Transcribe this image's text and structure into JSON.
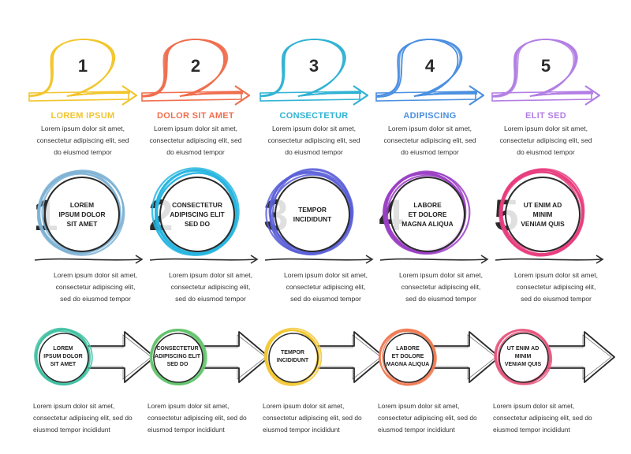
{
  "colors": {
    "yellow": "#f2c52e",
    "orange": "#ef6f4f",
    "cyan": "#31b3d4",
    "blue": "#4b8fe0",
    "purple": "#b27ee4",
    "ink": "#2b2b2b",
    "row2": [
      "#7fb3d5",
      "#27b5e0",
      "#5b5fd8",
      "#9b3fc4",
      "#e83d7e"
    ],
    "row3": [
      "#3ec1a2",
      "#62c36b",
      "#f2c52e",
      "#ef7a53",
      "#e8567e"
    ]
  },
  "row1": [
    {
      "number": "1",
      "title": "LOREM IPSUM",
      "color": "#f2c52e",
      "desc": [
        "Lorem ipsum dolor sit amet,",
        "consectetur adipiscing elit, sed",
        "do eiusmod tempor"
      ]
    },
    {
      "number": "2",
      "title": "DOLOR SIT AMET",
      "color": "#ef6f4f",
      "desc": [
        "Lorem ipsum dolor sit amet,",
        "consectetur adipiscing elit, sed",
        "do eiusmod tempor"
      ]
    },
    {
      "number": "3",
      "title": "CONSECTETUR",
      "color": "#31b3d4",
      "desc": [
        "Lorem ipsum dolor sit amet,",
        "consectetur adipiscing elit, sed",
        "do eiusmod tempor"
      ]
    },
    {
      "number": "4",
      "title": "ADIPISCING",
      "color": "#4b8fe0",
      "desc": [
        "Lorem ipsum dolor sit amet,",
        "consectetur adipiscing elit, sed",
        "do eiusmod tempor"
      ]
    },
    {
      "number": "5",
      "title": "ELIT SED",
      "color": "#b27ee4",
      "desc": [
        "Lorem ipsum dolor sit amet,",
        "consectetur adipiscing elit, sed",
        "do eiusmod tempor"
      ]
    }
  ],
  "row2": [
    {
      "number": "1",
      "inner": [
        "LOREM",
        "IPSUM DOLOR",
        "SIT AMET"
      ],
      "desc": [
        "Lorem ipsum dolor sit amet,",
        "consectetur adipiscing elit,",
        "sed do eiusmod tempor"
      ]
    },
    {
      "number": "2",
      "inner": [
        "CONSECTETUR",
        "ADIPISCING ELIT",
        "SED DO"
      ],
      "desc": [
        "Lorem ipsum dolor sit amet,",
        "consectetur adipiscing elit,",
        "sed do eiusmod tempor"
      ]
    },
    {
      "number": "3",
      "inner": [
        "TEMPOR",
        "INCIDIDUNT"
      ],
      "desc": [
        "Lorem ipsum dolor sit amet,",
        "consectetur adipiscing elit,",
        "sed do eiusmod tempor"
      ]
    },
    {
      "number": "4",
      "inner": [
        "LABORE",
        "ET DOLORE",
        "MAGNA ALIQUA"
      ],
      "desc": [
        "Lorem ipsum dolor sit amet,",
        "consectetur adipiscing elit,",
        "sed do eiusmod tempor"
      ]
    },
    {
      "number": "5",
      "inner": [
        "UT ENIM AD",
        "MINIM",
        "VENIAM QUIS"
      ],
      "desc": [
        "Lorem ipsum dolor sit amet,",
        "consectetur adipiscing elit,",
        "sed do eiusmod tempor"
      ]
    }
  ],
  "row3": [
    {
      "inner": [
        "LOREM",
        "IPSUM DOLOR",
        "SIT AMET"
      ],
      "desc": [
        "Lorem ipsum dolor sit amet,",
        "consectetur adipiscing elit, sed do",
        "eiusmod tempor incididunt"
      ]
    },
    {
      "inner": [
        "CONSECTETUR",
        "ADIPISCING ELIT",
        "SED DO"
      ],
      "desc": [
        "Lorem ipsum dolor sit amet,",
        "consectetur adipiscing elit, sed do",
        "eiusmod tempor incididunt"
      ]
    },
    {
      "inner": [
        "TEMPOR",
        "INCIDIDUNT"
      ],
      "desc": [
        "Lorem ipsum dolor sit amet,",
        "consectetur adipiscing elit, sed do",
        "eiusmod tempor incididunt"
      ]
    },
    {
      "inner": [
        "LABORE",
        "ET DOLORE",
        "MAGNA ALIQUA"
      ],
      "desc": [
        "Lorem ipsum dolor sit amet,",
        "consectetur adipiscing elit, sed do",
        "eiusmod tempor incididunt"
      ]
    },
    {
      "inner": [
        "UT ENIM AD",
        "MINIM",
        "VENIAM QUIS"
      ],
      "desc": [
        "Lorem ipsum dolor sit amet,",
        "consectetur adipiscing elit, sed do",
        "eiusmod tempor incididunt"
      ]
    }
  ]
}
